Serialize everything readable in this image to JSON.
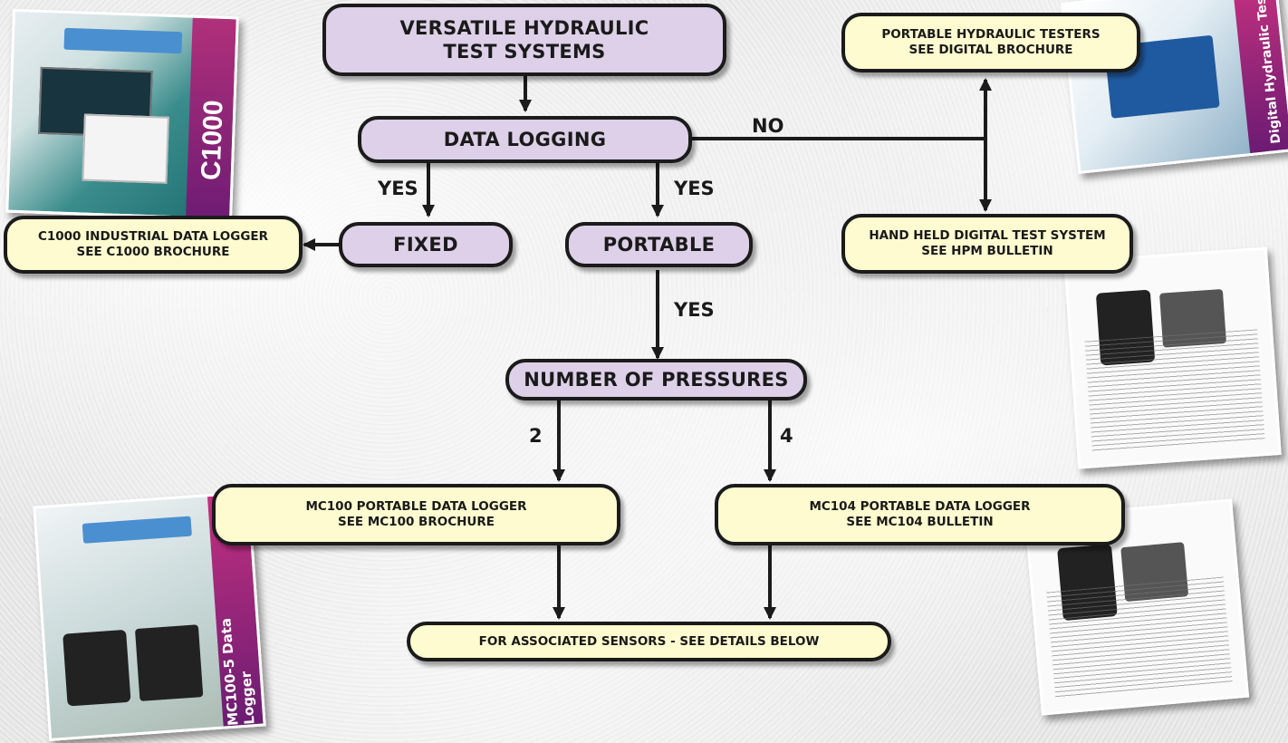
{
  "nodes": {
    "main": [
      "VERSATILE HYDRAULIC",
      "TEST SYSTEMS"
    ],
    "data_logging": "DATA LOGGING",
    "fixed": "FIXED",
    "portable": "PORTABLE",
    "number_of_pressures": "NUMBER OF PRESSURES",
    "c1000": [
      "C1000 INDUSTRIAL DATA LOGGER",
      "SEE C1000 BROCHURE"
    ],
    "portable_testers": [
      "PORTABLE HYDRAULIC TESTERS",
      "SEE DIGITAL BROCHURE"
    ],
    "hand_held": [
      "HAND HELD DIGITAL TEST SYSTEM",
      "SEE HPM BULLETIN"
    ],
    "mc100": [
      "MC100 PORTABLE DATA LOGGER",
      "SEE MC100 BROCHURE"
    ],
    "mc104": [
      "MC104 PORTABLE DATA LOGGER",
      "SEE MC104 BULLETIN"
    ],
    "sensors": "FOR ASSOCIATED SENSORS - SEE DETAILS BELOW"
  },
  "edge_labels": {
    "no": "NO",
    "yes_fixed": "YES",
    "yes_portable": "YES",
    "yes_pressures": "YES",
    "two": "2",
    "four": "4"
  },
  "brochures": {
    "c1000": "C1000",
    "digital": "Digital Hydraulic Tes",
    "mc100": "MC100-5 Data Logger"
  },
  "colors": {
    "decision_fill": "#ddd0e8",
    "result_fill": "#fdfbcf",
    "stroke": "#1b1b1b"
  }
}
